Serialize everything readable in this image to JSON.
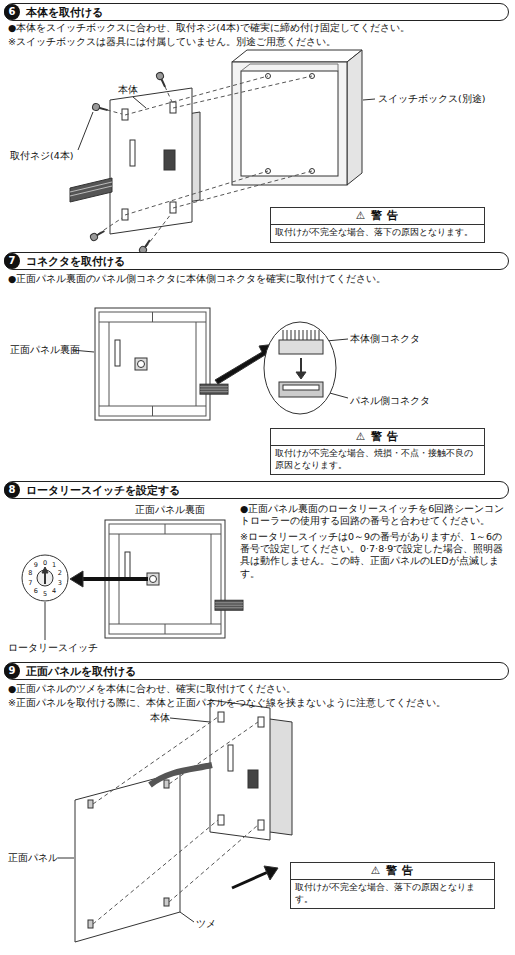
{
  "diagram": {
    "nodes": [
      {
        "text": [
          "6",
          "本体を取付ける"
        ]
      },
      {
        "text": [
          "⚠ 警 告",
          "取付けが不完全な場合、落下の原因となります。"
        ]
      },
      {
        "text": [
          "7",
          "コネクタを取付ける"
        ]
      },
      {
        "text": [
          "⚠ 警 告",
          "取付けが不完全な場合、焼損・不点・接触不良の原因となります。"
        ]
      },
      {
        "text": [
          "8",
          "ロータリースイッチを設定する"
        ]
      },
      {
        "text": [
          "9",
          "正面パネルを取付ける"
        ]
      },
      {
        "text": [
          "⚠ 警 告",
          "取付けが不完全な場合、落下の原因となります。"
        ]
      }
    ],
    "labels": [
      "●本体をスイッチボックスに合わせ、取付ネジ(4本)で確実に締め付け固定してください。",
      "※スイッチボックスは器具には付属していません。別途ご用意ください。",
      "本体",
      "取付ネジ(4本)",
      "スイッチボックス(別途)",
      "●正面パネル裏面のパネル側コネクタに本体側コネクタを確実に取付けてください。",
      "正面パネル裏面",
      "本体側コネクタ",
      "パネル側コネクタ",
      "正面パネル裏面",
      "0",
      "1",
      "2",
      "3",
      "4",
      "5",
      "6",
      "7",
      "8",
      "9",
      "ロータリースイッチ",
      "●正面パネル裏面のロータリースイッチを6回路シーンコントローラーの使用する回路の番号と合わせてください。",
      "※ロータリースイッチは0～9の番号がありますが、1～6の番号で設定してください。0·7·8·9で設定した場合、照明器具は動作しません。この時、正面パネルのLEDが点滅します。",
      "●正面パネルのツメを本体に合わせ、確実に取付けてください。",
      "※正面パネルを取付ける際に、本体と正面パネルをつなぐ線を挟まないように注意してください。",
      "本体",
      "正面パネル",
      "ツメ"
    ]
  }
}
